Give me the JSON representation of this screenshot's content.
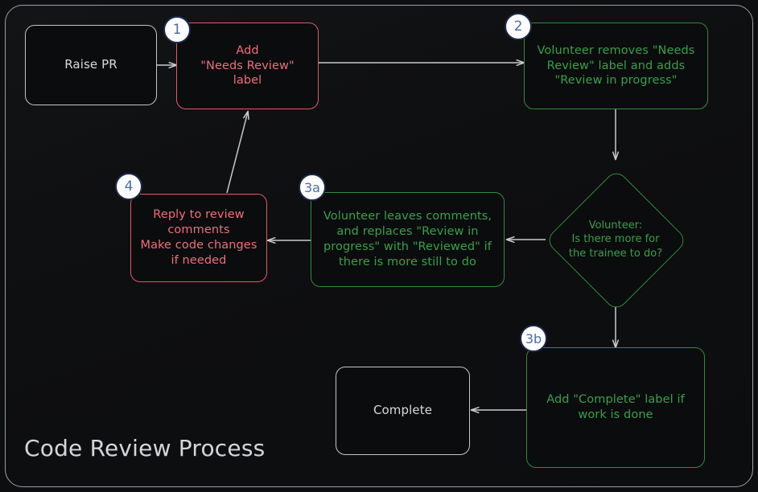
{
  "diagram": {
    "title": "Code Review Process",
    "type": "flowchart",
    "colors": {
      "background": "#0d0e10",
      "frame_border": "#9aa0a6",
      "plain_node": "#c4c7ca",
      "red_node": "#ef6e7c",
      "green_node": "#37a04a",
      "badge_fill": "#fdfdff",
      "badge_border": "#1b2a4a",
      "badge_text": "#4a6ea8",
      "edge": "#c9cbce"
    },
    "nodes": [
      {
        "id": "raise-pr",
        "label": "Raise PR",
        "style": "plain"
      },
      {
        "id": "step1",
        "label": "Add\n\"Needs Review\"\nlabel",
        "style": "red",
        "badge": "1"
      },
      {
        "id": "step2",
        "label": "Volunteer removes \"Needs\nReview\" label and adds\n\"Review in progress\"",
        "style": "green",
        "badge": "2"
      },
      {
        "id": "decision",
        "label": "Volunteer:\nIs there more for\nthe trainee to do?",
        "style": "diamond"
      },
      {
        "id": "step3a",
        "label": "Volunteer leaves comments,\nand replaces \"Review in\nprogress\" with \"Reviewed\" if\nthere is more still to do",
        "style": "green",
        "badge": "3a"
      },
      {
        "id": "step4",
        "label": "Reply to review\ncomments\nMake code changes\nif needed",
        "style": "red",
        "badge": "4"
      },
      {
        "id": "step3b",
        "label": "Add \"Complete\" label if\nwork is done",
        "style": "green",
        "badge": "3b"
      },
      {
        "id": "complete",
        "label": "Complete",
        "style": "plain"
      }
    ],
    "edges": [
      {
        "from": "raise-pr",
        "to": "step1",
        "label": ""
      },
      {
        "from": "step1",
        "to": "step2",
        "label": ""
      },
      {
        "from": "step2",
        "to": "decision",
        "label": ""
      },
      {
        "from": "decision",
        "to": "step3a",
        "label": ""
      },
      {
        "from": "decision",
        "to": "step3b",
        "label": ""
      },
      {
        "from": "step3a",
        "to": "step4",
        "label": ""
      },
      {
        "from": "step4",
        "to": "step1",
        "label": ""
      },
      {
        "from": "step3b",
        "to": "complete",
        "label": ""
      }
    ]
  }
}
